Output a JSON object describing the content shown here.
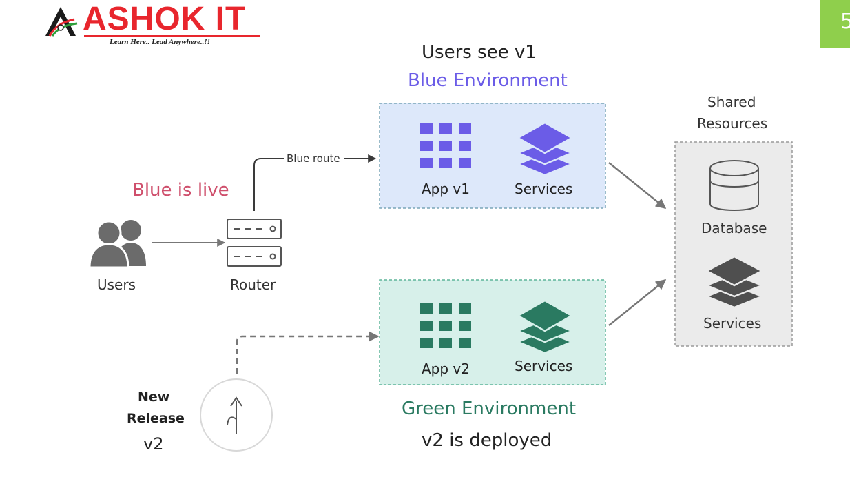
{
  "logo": {
    "brand": "ASHOK IT",
    "tagline": "Learn Here.. Lead Anywhere..!!"
  },
  "slide_number": "5",
  "header": {
    "users_see": "Users see v1",
    "blue_env_title": "Blue Environment"
  },
  "blue_env": {
    "app_label": "App v1",
    "services_label": "Services"
  },
  "green_env": {
    "app_label": "App v2",
    "services_label": "Services"
  },
  "footer": {
    "green_env_title": "Green Environment",
    "deployed_note": "v2 is deployed"
  },
  "status": {
    "blue_live": "Blue is live"
  },
  "route": {
    "label": "Blue route"
  },
  "nodes": {
    "users": "Users",
    "router": "Router"
  },
  "shared": {
    "title_line1": "Shared",
    "title_line2": "Resources",
    "database_label": "Database",
    "services_label": "Services"
  },
  "release": {
    "line1": "New",
    "line2": "Release",
    "line3": "v2"
  },
  "colors": {
    "blue_accent": "#6b5ce7",
    "blue_env_fill": "#dde8fa",
    "green_accent": "#2a7a61",
    "green_env_fill": "#d7f0ea",
    "live_red": "#cf4f6c",
    "shared_fill": "#ebebeb",
    "gray_icon": "#6b6b6b",
    "arrow_gray": "#777777"
  },
  "icons": [
    "users-icon",
    "router-icon",
    "app-grid-icon",
    "layers-icon",
    "database-icon",
    "release-arrow-icon"
  ]
}
